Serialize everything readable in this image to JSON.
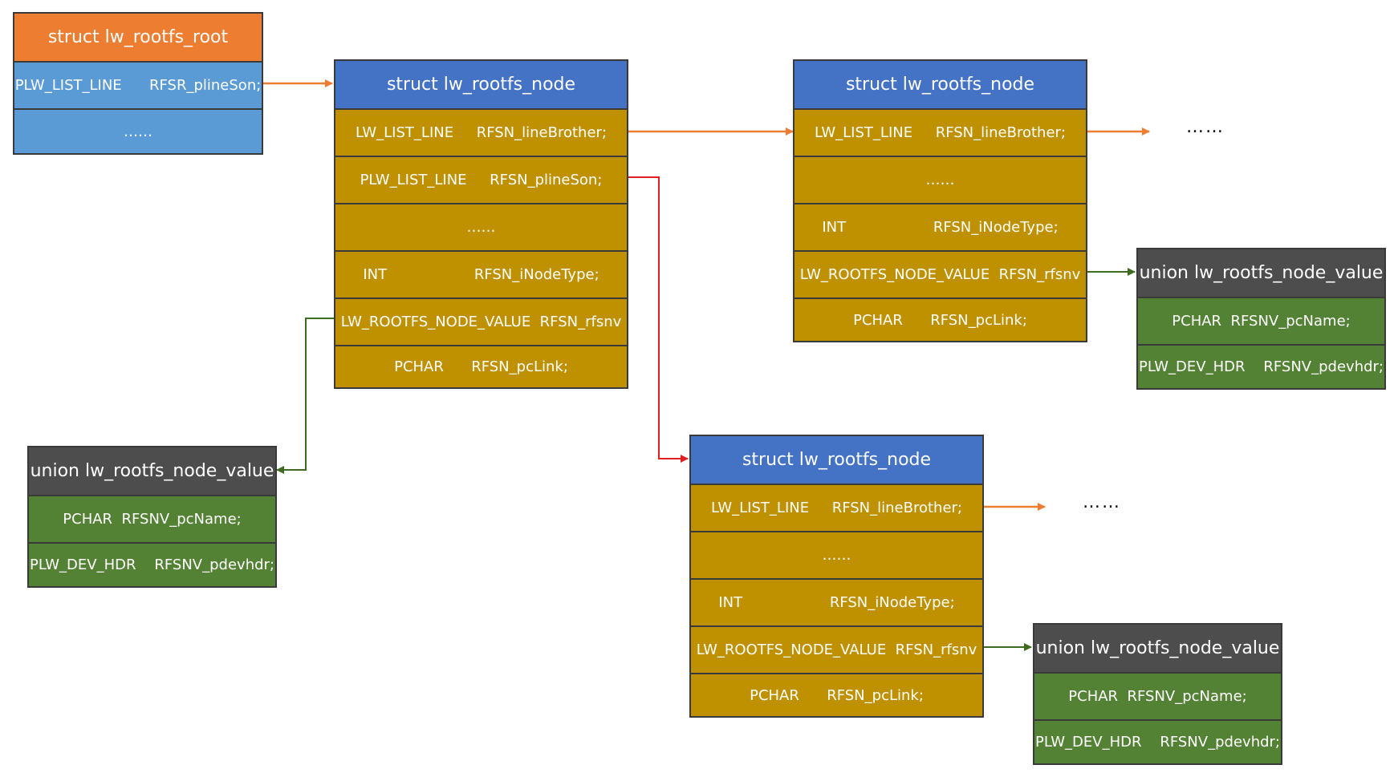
{
  "colors": {
    "root_header": "#ed7d31",
    "root_field": "#5b9bd5",
    "node_header": "#4472c4",
    "node_field": "#bf9000",
    "union_header": "#4d4d4d",
    "union_field": "#548235",
    "arrow_brother": "#ed7d31",
    "arrow_son": "#e02020",
    "arrow_value": "#3d6b1f"
  },
  "root": {
    "title": "struct lw_rootfs_root",
    "fields": [
      "PLW_LIST_LINE      RFSR_plineSon;",
      "……"
    ]
  },
  "node_main": {
    "title": "struct lw_rootfs_node",
    "fields": [
      "LW_LIST_LINE     RFSN_lineBrother;",
      "PLW_LIST_LINE     RFSN_plineSon;",
      "……",
      "INT                   RFSN_iNodeType;",
      "LW_ROOTFS_NODE_VALUE  RFSN_rfsnv",
      "PCHAR      RFSN_pcLink;"
    ]
  },
  "node_brother": {
    "title": "struct lw_rootfs_node",
    "fields": [
      "LW_LIST_LINE     RFSN_lineBrother;",
      "……",
      "INT                   RFSN_iNodeType;",
      "LW_ROOTFS_NODE_VALUE  RFSN_rfsnv",
      "PCHAR      RFSN_pcLink;"
    ]
  },
  "node_son": {
    "title": "struct lw_rootfs_node",
    "fields": [
      "LW_LIST_LINE     RFSN_lineBrother;",
      "……",
      "INT                   RFSN_iNodeType;",
      "LW_ROOTFS_NODE_VALUE  RFSN_rfsnv",
      "PCHAR      RFSN_pcLink;"
    ]
  },
  "union_left": {
    "title": "union lw_rootfs_node_value",
    "fields": [
      "PCHAR  RFSNV_pcName;",
      "PLW_DEV_HDR    RFSNV_pdevhdr;"
    ]
  },
  "union_right": {
    "title": "union lw_rootfs_node_value",
    "fields": [
      "PCHAR  RFSNV_pcName;",
      "PLW_DEV_HDR    RFSNV_pdevhdr;"
    ]
  },
  "union_bottom": {
    "title": "union lw_rootfs_node_value",
    "fields": [
      "PCHAR  RFSNV_pcName;",
      "PLW_DEV_HDR    RFSNV_pdevhdr;"
    ]
  },
  "continuations": {
    "top": "……",
    "bottom": "……"
  }
}
